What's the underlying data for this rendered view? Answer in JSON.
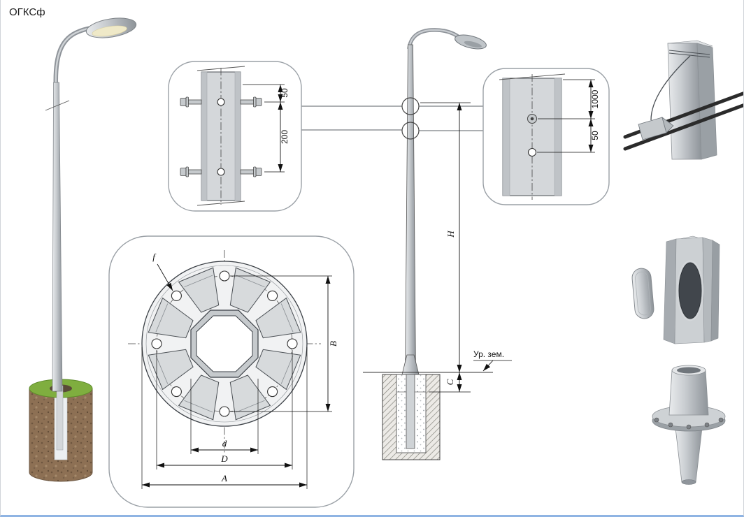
{
  "title": "ОГКСф",
  "colors": {
    "line": "#3a3a3a",
    "dimension": "#111111",
    "callout_border": "#9aa0a6",
    "metal_light": "#e9ebed",
    "metal_dark": "#8e9499",
    "soil_brown": "#8d7054",
    "grass_green": "#7fae3f",
    "lamp_glow": "#efe9c8"
  },
  "callouts": {
    "pole_top_detail": {
      "dim_top_offset": "50",
      "dim_bolt_spacing": "200"
    },
    "flange_detail": {
      "hole_label": "f",
      "bolt_span_label": "B",
      "inner_dia_label": "d",
      "bolt_circle_label": "D",
      "outer_dia_label": "A"
    },
    "lamp_mount_detail": {
      "dim_length": "1000",
      "dim_offset": "50"
    }
  },
  "elevation": {
    "height_label": "H",
    "embed_label": "C",
    "ground_label": "Ур. зем."
  }
}
